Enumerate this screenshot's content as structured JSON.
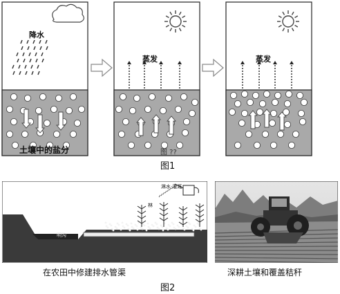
{
  "figure1": {
    "panel1_label": "降水",
    "panel2_label": "蒸发",
    "panel3_label": "蒸发",
    "soil_salt_label": "土壤中的盐分",
    "watermark_partial": "图 ??",
    "caption": "图1"
  },
  "figure2": {
    "left_caption": "在农田中修建排水管渠",
    "right_caption": "深耕土壤和覆盖秸秆",
    "ditch_label": "明沟",
    "sprinkler_label": "淋水·灌溉",
    "crop_label": "林",
    "caption": "图2"
  },
  "colors": {
    "soil": "#a9a9a9",
    "frame": "#222222",
    "arrow_outline": "#888888",
    "sun_stroke": "#444444",
    "field_dark": "#3a3a3a",
    "ditch_water": "#333333"
  }
}
